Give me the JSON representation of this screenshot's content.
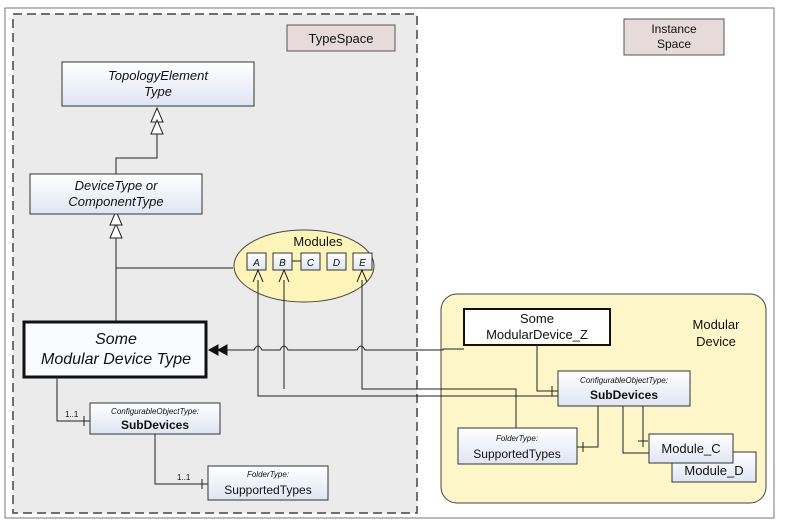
{
  "labels": {
    "type_space": "TypeSpace",
    "instance_space_line1": "Instance",
    "instance_space_line2": "Space",
    "modular_device_line1": "Modular",
    "modular_device_line2": "Device",
    "modules": "Modules"
  },
  "types": {
    "topology_line1": "TopologyElement",
    "topology_line2": "Type",
    "device_line1": "DeviceType or",
    "device_line2": "ComponentType",
    "some_line1": "Some",
    "some_line2": "Modular Device Type",
    "subdevices_stereotype": "ConfigurableObjectType:",
    "subdevices_name": "SubDevices",
    "supported_stereotype": "FolderType:",
    "supported_name": "SupportedTypes",
    "multiplicity_1": "1..1",
    "multiplicity_2": "1..1"
  },
  "modules": [
    "A",
    "B",
    "C",
    "D",
    "E"
  ],
  "instances": {
    "device_line1": "Some",
    "device_line2": "ModularDevice_Z",
    "subdevices_stereotype": "ConfigurableObjectType:",
    "subdevices_name": "SubDevices",
    "supported_stereotype": "FolderType:",
    "supported_name": "SupportedTypes",
    "module_c": "Module_C",
    "module_d": "Module_D"
  },
  "colors": {
    "typespace_bg": "#ebebeb",
    "instance_region_bg": "#fcf6c9",
    "modules_ellipse_bg": "#fcf4b8",
    "box_fill": "#eef1fa",
    "label_box_fill": "#e6dada"
  }
}
